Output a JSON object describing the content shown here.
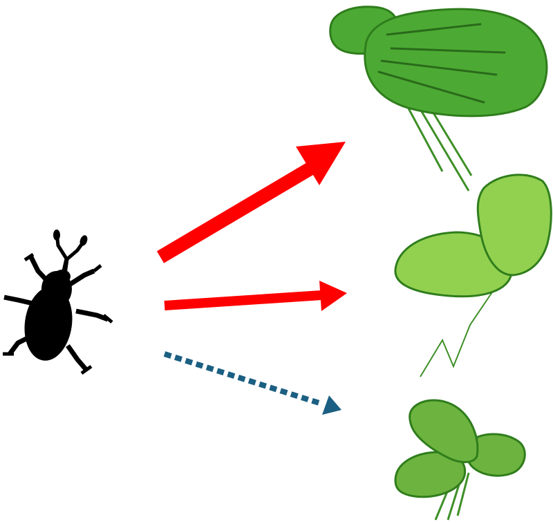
{
  "colors": {
    "background": "#ffffff",
    "beetle": "#000000",
    "strong_arrow": "#ff0000",
    "weak_arrow": "#1b5f82",
    "plant_dark_fill": "#4caa34",
    "plant_light_fill": "#92d050",
    "plant_mid_fill": "#6db33f",
    "plant_outline": "#2f7d1c",
    "vein": "#2a6a1a"
  },
  "elements": {
    "beetle": "weevil-icon",
    "plants": [
      "large-floating-plant-icon",
      "light-green-floating-plant-icon",
      "small-floating-plant-icon"
    ],
    "arrows": [
      {
        "name": "arrow-to-large-plant",
        "style": "solid-thick"
      },
      {
        "name": "arrow-to-light-plant",
        "style": "solid"
      },
      {
        "name": "arrow-to-small-plant",
        "style": "dotted"
      }
    ]
  }
}
